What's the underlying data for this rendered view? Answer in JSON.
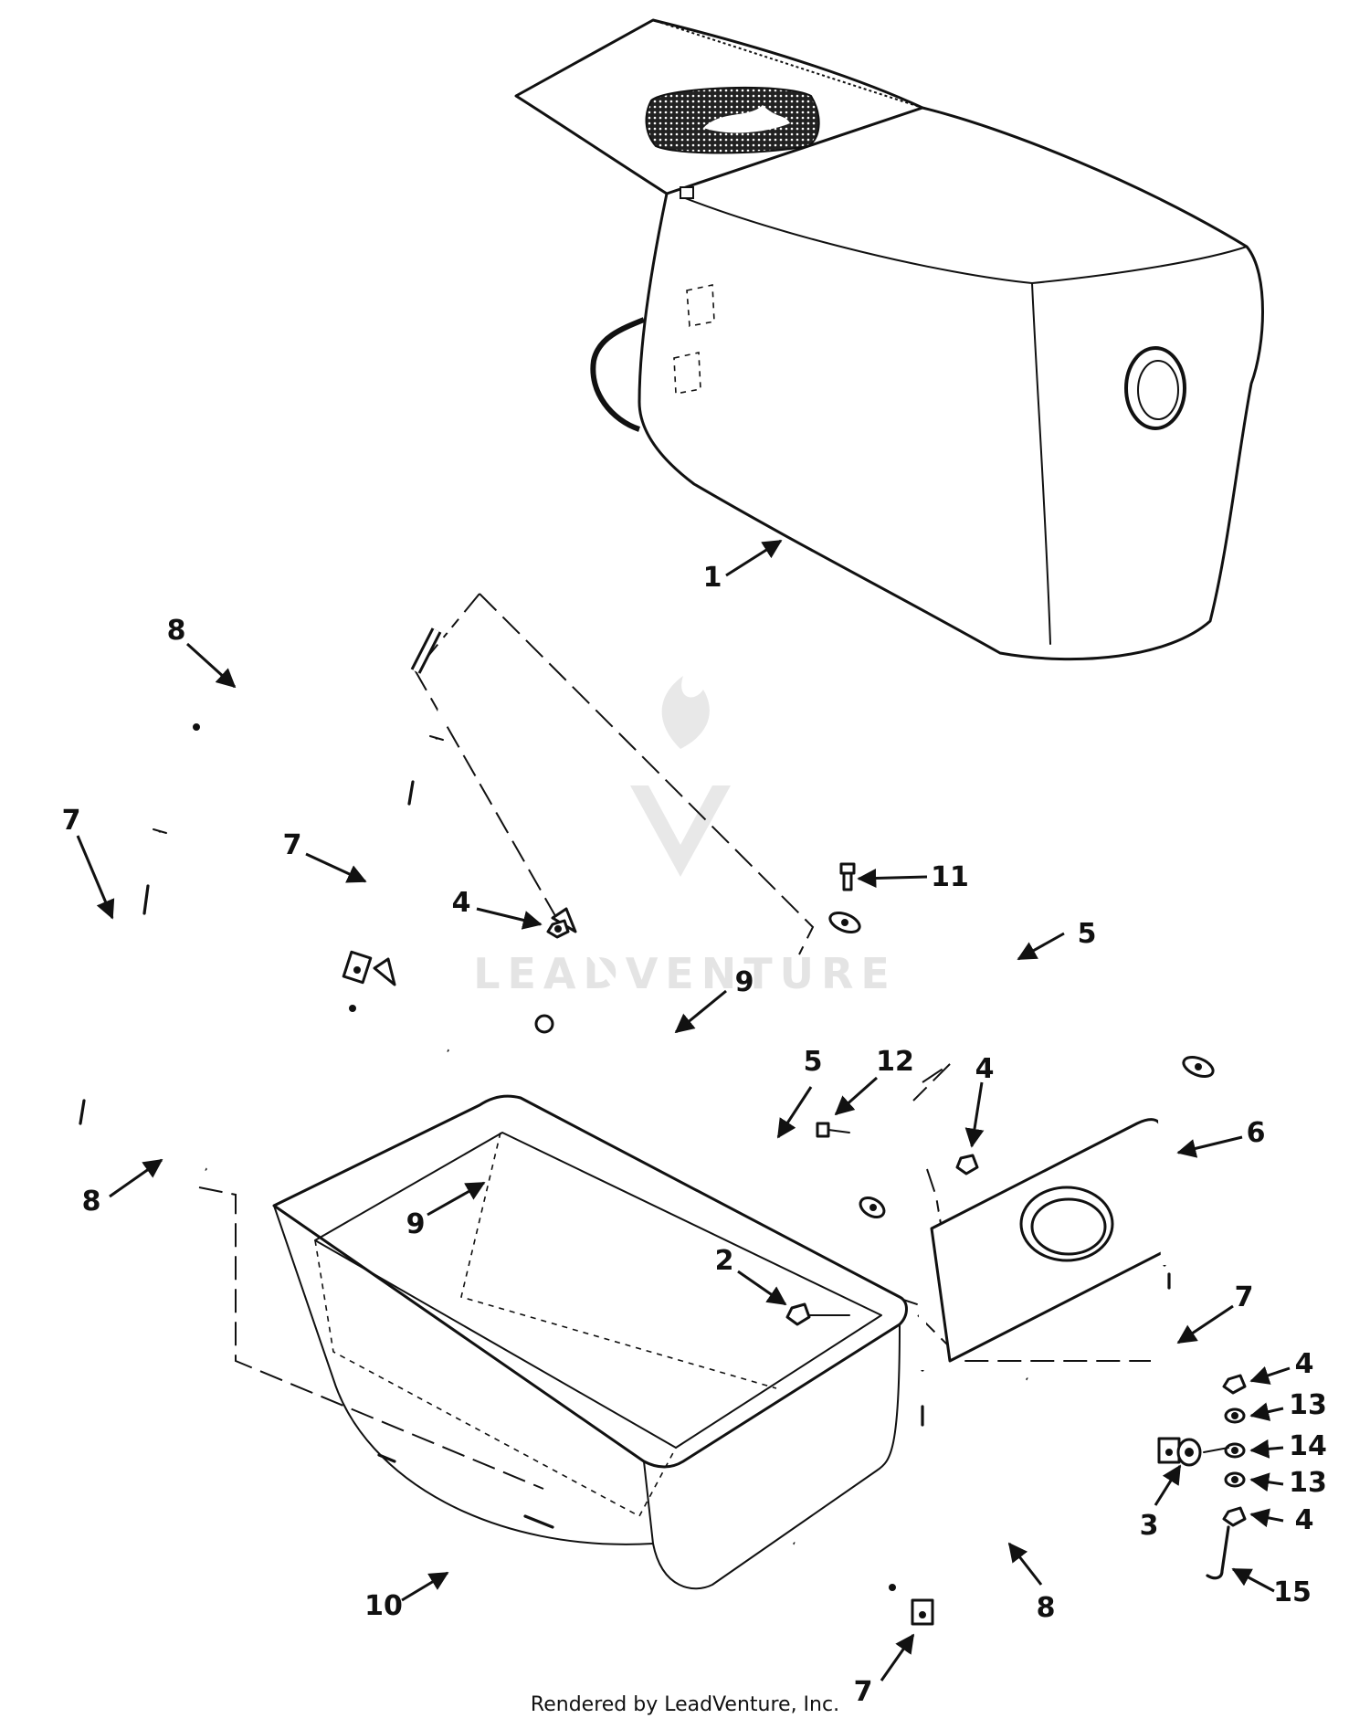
{
  "watermark": {
    "text": "LEADVENTURE"
  },
  "footer": {
    "credit": "Rendered by LeadVenture, Inc."
  },
  "callouts": [
    {
      "key": "c1",
      "label": "1"
    },
    {
      "key": "c8a",
      "label": "8"
    },
    {
      "key": "c7a",
      "label": "7"
    },
    {
      "key": "c7b",
      "label": "7"
    },
    {
      "key": "c4a",
      "label": "4"
    },
    {
      "key": "c11",
      "label": "11"
    },
    {
      "key": "c5a",
      "label": "5"
    },
    {
      "key": "c9a",
      "label": "9"
    },
    {
      "key": "c5b",
      "label": "5"
    },
    {
      "key": "c12",
      "label": "12"
    },
    {
      "key": "c4b",
      "label": "4"
    },
    {
      "key": "c6",
      "label": "6"
    },
    {
      "key": "c8b",
      "label": "8"
    },
    {
      "key": "c9b",
      "label": "9"
    },
    {
      "key": "c2",
      "label": "2"
    },
    {
      "key": "c7c",
      "label": "7"
    },
    {
      "key": "c4c",
      "label": "4"
    },
    {
      "key": "c13a",
      "label": "13"
    },
    {
      "key": "c14",
      "label": "14"
    },
    {
      "key": "c13b",
      "label": "13"
    },
    {
      "key": "c4d",
      "label": "4"
    },
    {
      "key": "c3",
      "label": "3"
    },
    {
      "key": "c15",
      "label": "15"
    },
    {
      "key": "c10",
      "label": "10"
    },
    {
      "key": "c8c",
      "label": "8"
    },
    {
      "key": "c7d",
      "label": "7"
    }
  ]
}
